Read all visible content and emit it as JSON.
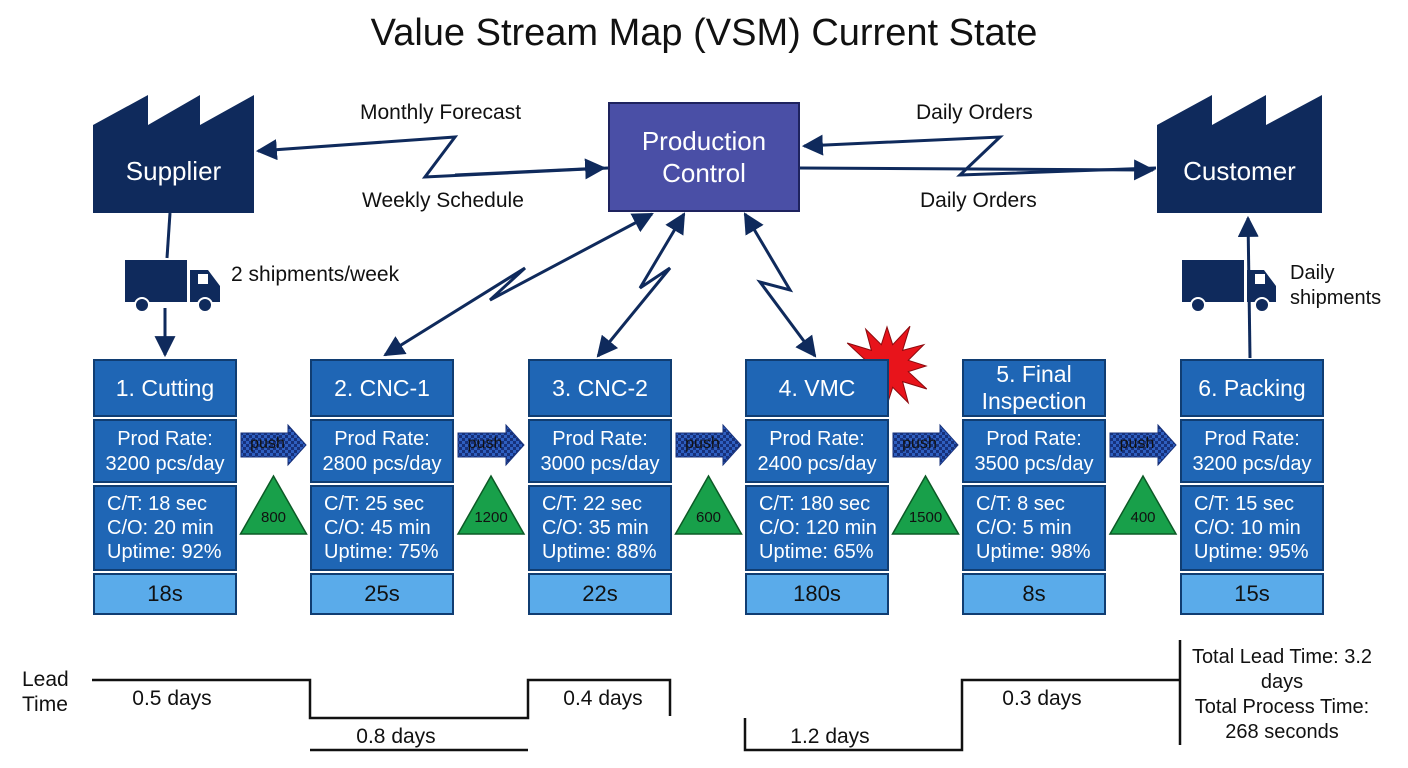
{
  "title": "Value Stream Map (VSM) Current State",
  "production_control": {
    "line1": "Production",
    "line2": "Control"
  },
  "supplier": {
    "label": "Supplier"
  },
  "customer": {
    "label": "Customer"
  },
  "info_flows": {
    "monthly_forecast": "Monthly Forecast",
    "weekly_schedule": "Weekly Schedule",
    "daily_orders_in": "Daily Orders",
    "daily_orders_out": "Daily Orders"
  },
  "shipments": {
    "supplier": "2 shipments/week",
    "customer_line1": "Daily",
    "customer_line2": "shipments"
  },
  "processes": [
    {
      "name": "1. Cutting",
      "rate_label": "Prod Rate:",
      "rate": "3200 pcs/day",
      "ct": "C/T: 18 sec",
      "co": "C/O: 20 min",
      "uptime": "Uptime: 92%",
      "time": "18s"
    },
    {
      "name": "2. CNC-1",
      "rate_label": "Prod Rate:",
      "rate": "2800 pcs/day",
      "ct": "C/T: 25 sec",
      "co": "C/O: 45 min",
      "uptime": "Uptime: 75%",
      "time": "25s"
    },
    {
      "name": "3. CNC-2",
      "rate_label": "Prod Rate:",
      "rate": "3000 pcs/day",
      "ct": "C/T: 22 sec",
      "co": "C/O: 35 min",
      "uptime": "Uptime: 88%",
      "time": "22s"
    },
    {
      "name": "4. VMC",
      "rate_label": "Prod Rate:",
      "rate": "2400 pcs/day",
      "ct": "C/T: 180 sec",
      "co": "C/O: 120 min",
      "uptime": "Uptime: 65%",
      "time": "180s"
    },
    {
      "name": "5. Final Inspection",
      "rate_label": "Prod Rate:",
      "rate": "3500 pcs/day",
      "ct": "C/T: 8 sec",
      "co": "C/O: 5 min",
      "uptime": "Uptime: 98%",
      "time": "8s"
    },
    {
      "name": "6. Packing",
      "rate_label": "Prod Rate:",
      "rate": "3200 pcs/day",
      "ct": "C/T: 15 sec",
      "co": "C/O: 10 min",
      "uptime": "Uptime: 95%",
      "time": "15s"
    }
  ],
  "push_label": "push",
  "inventory": [
    "800",
    "1200",
    "600",
    "1500",
    "400"
  ],
  "lead_time": {
    "label_line1": "Lead",
    "label_line2": "Time",
    "segments": [
      "0.5 days",
      "0.8 days",
      "0.4 days",
      "1.2 days",
      "0.3 days"
    ]
  },
  "totals": {
    "lead_time": "Total Lead Time: 3.2 days",
    "process_time": "Total Process Time: 268 seconds"
  },
  "colors": {
    "factory": "#0f2a5c",
    "production_control": "#4a4fa6",
    "process_box": "#1f66b5",
    "time_box": "#5aabea",
    "inventory": "#18a04a",
    "bottleneck_burst": "#e8141b",
    "arrow": "#0f2a5c"
  }
}
